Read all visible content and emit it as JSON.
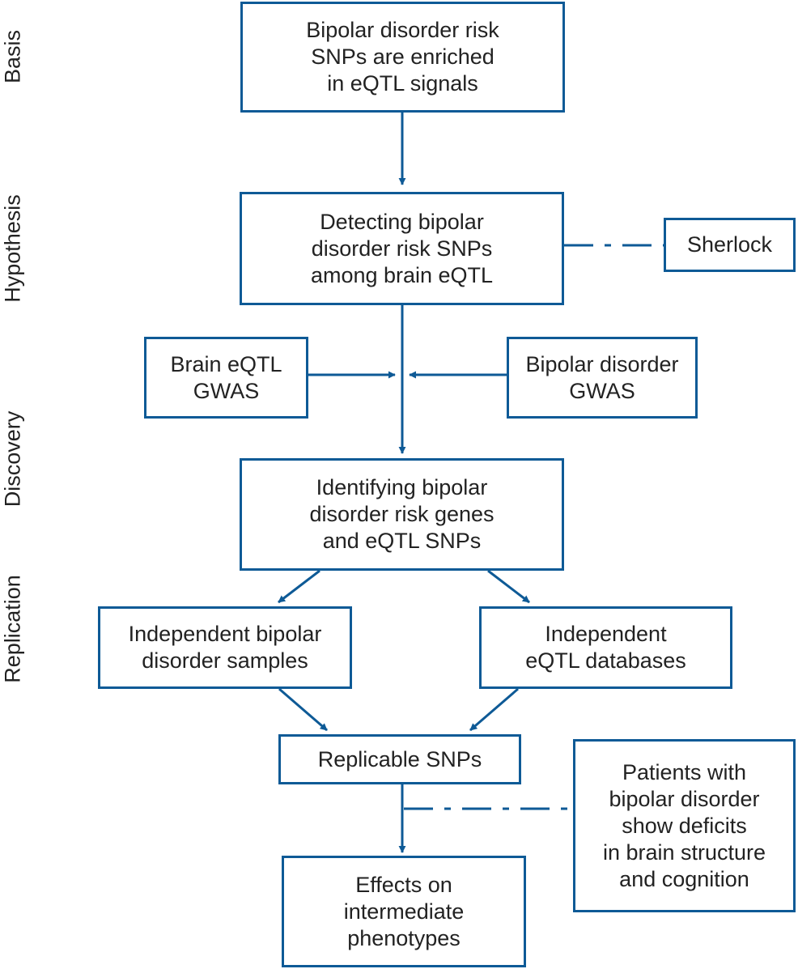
{
  "stages": {
    "basis": "Basis",
    "hypothesis": "Hypothesis",
    "discovery": "Discovery",
    "replication": "Replication"
  },
  "nodes": {
    "enriched": [
      "Bipolar disorder risk",
      "SNPs are enriched",
      "in eQTL signals"
    ],
    "detecting": [
      "Detecting bipolar",
      "disorder risk SNPs",
      "among brain eQTL"
    ],
    "sherlock": [
      "Sherlock"
    ],
    "brain_gwas": [
      "Brain eQTL",
      "GWAS"
    ],
    "bipolar_gwas": [
      "Bipolar disorder",
      "GWAS"
    ],
    "identifying": [
      "Identifying bipolar",
      "disorder risk genes",
      "and eQTL SNPs"
    ],
    "indep_samples": [
      "Independent bipolar",
      "disorder samples"
    ],
    "indep_db": [
      "Independent",
      "eQTL databases"
    ],
    "replicable": [
      "Replicable SNPs"
    ],
    "patients": [
      "Patients with",
      "bipolar disorder",
      "show deficits",
      "in brain structure",
      "and cognition"
    ],
    "effects": [
      "Effects on",
      "intermediate",
      "phenotypes"
    ]
  },
  "colors": {
    "stroke": "#0e5a96",
    "text": "#222222"
  }
}
